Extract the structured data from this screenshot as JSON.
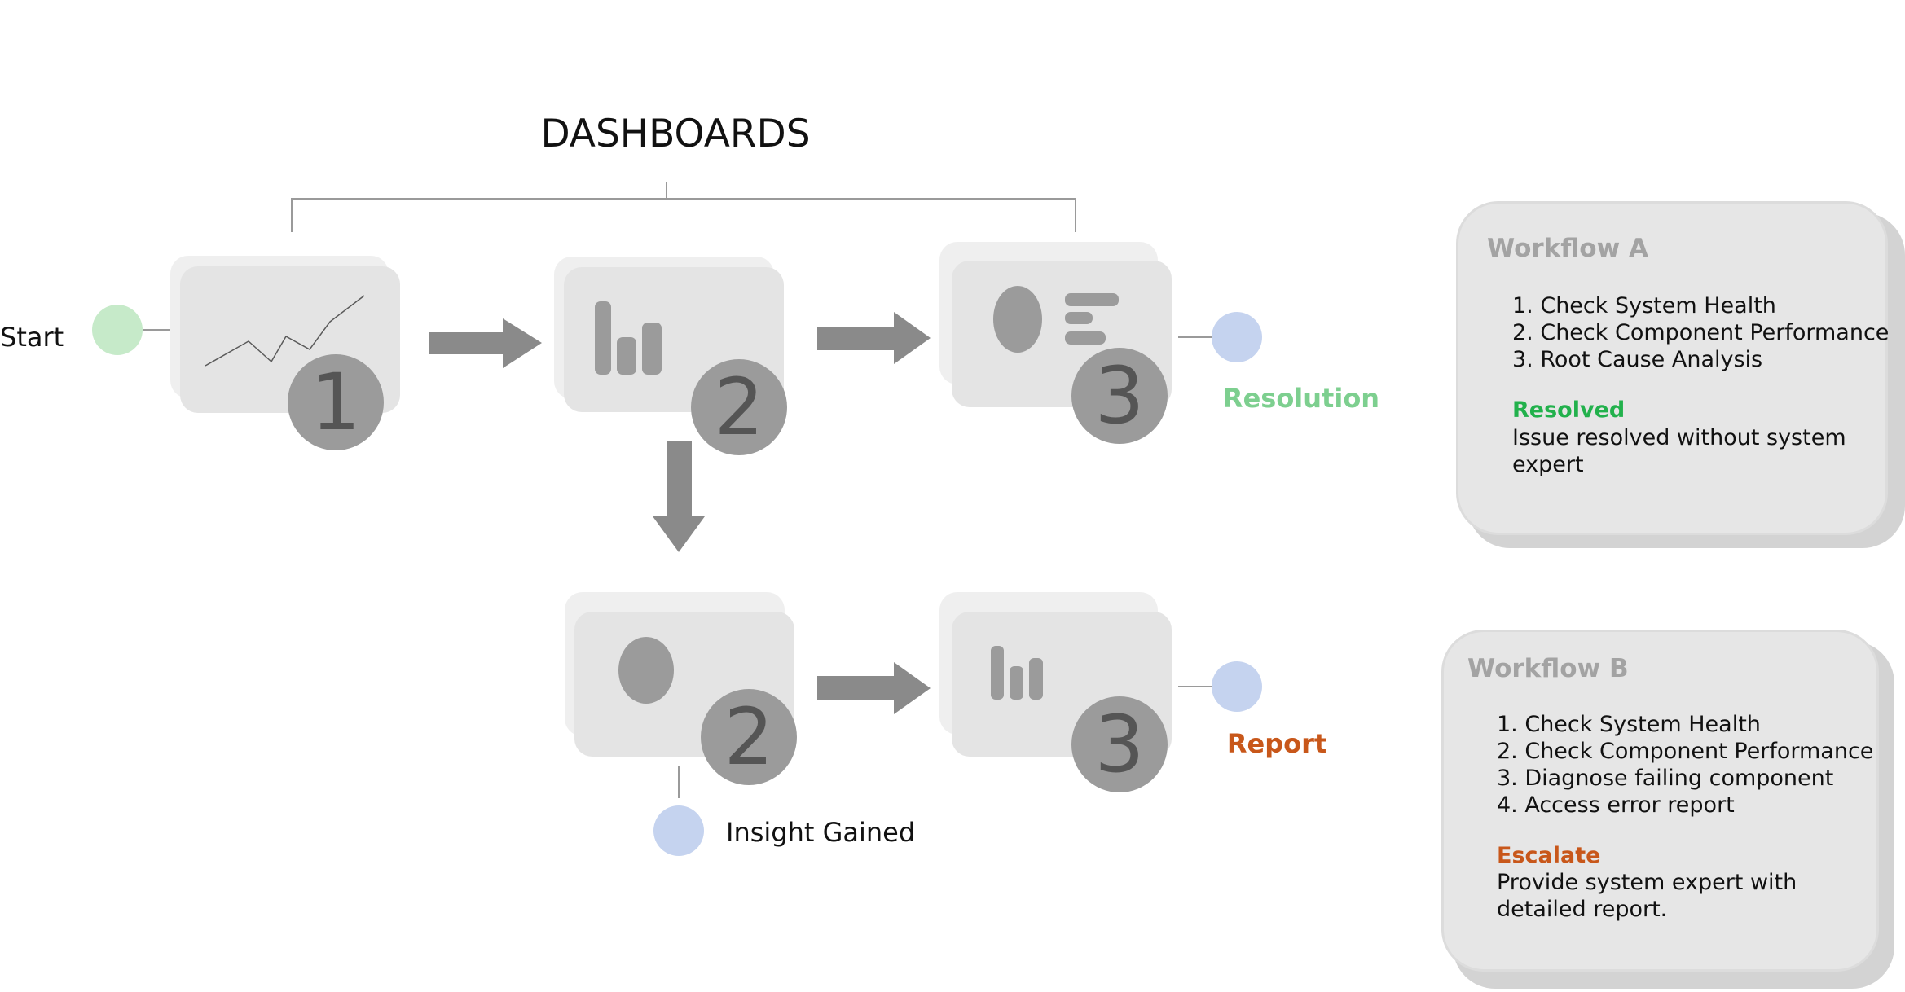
{
  "title": "DASHBOARDS",
  "start_label": "Start",
  "resolution_label": "Resolution",
  "report_label": "Report",
  "insight_label": "Insight Gained",
  "dashboards": [
    {
      "number": "1",
      "icon": "line-chart-icon"
    },
    {
      "number": "2",
      "icon": "bar-chart-icon"
    },
    {
      "number": "3",
      "icon": "pie-bar-chart-icon"
    },
    {
      "number": "2",
      "icon": "pie-chart-icon"
    },
    {
      "number": "3",
      "icon": "bar-chart-icon"
    }
  ],
  "workflow_a": {
    "title": "Workflow A",
    "steps": [
      "1. Check System Health",
      "2. Check Component Performance",
      "3. Root Cause Analysis"
    ],
    "outcome": "Resolved",
    "description": "Issue resolved without system expert"
  },
  "workflow_b": {
    "title": "Workflow B",
    "steps": [
      "1. Check System Health",
      "2. Check Component Performance",
      "3. Diagnose failing component",
      "4. Access error report"
    ],
    "outcome": "Escalate",
    "description": "Provide system expert with detailed report."
  },
  "colors": {
    "start": "#c6eac9",
    "end": "#c5d3ef",
    "resolved": "#22b14c",
    "resolution": "#7dcf8f",
    "escalate": "#c8571a",
    "arrow": "#8a8a8a",
    "badge": "#9b9b9b",
    "badge_text": "#555555",
    "card_back": "#efefef",
    "card_front": "#e4e4e4",
    "panel": "#e6e6e6",
    "panel_shadow": "#d3d3d3",
    "panel_title": "#a3a3a3"
  }
}
